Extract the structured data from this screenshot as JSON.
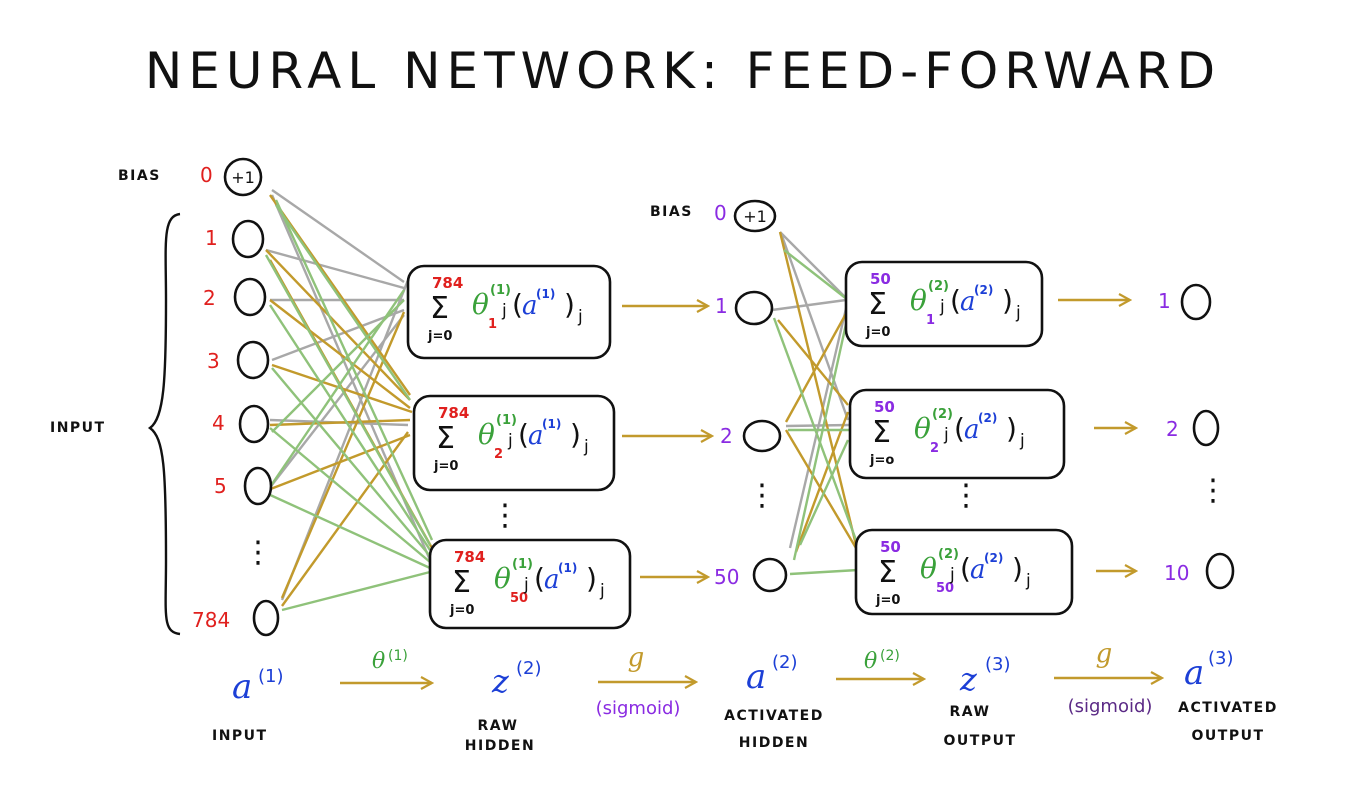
{
  "title": "NEURAL NETWORK: FEED-FORWARD",
  "colors": {
    "red": "#e0201e",
    "purple": "#8a2be2",
    "green": "#3aa13a",
    "blue": "#1c3fd6",
    "gold": "#c29a2c",
    "gray": "#a8a8a8",
    "edge_green": "#8fc27a",
    "black": "#111111"
  },
  "input_layer": {
    "bias_label": "BIAS",
    "bias_index": "0",
    "bias_node": "+1",
    "indices": [
      "1",
      "2",
      "3",
      "4",
      "5",
      "784"
    ],
    "group_label": "INPUT",
    "dots": "⋮"
  },
  "hidden_sums": [
    {
      "upper": "784",
      "sigma": "Σ",
      "lower": "j=0",
      "theta": "θ",
      "theta_sup": "(1)",
      "row": "1",
      "col": "j",
      "a": "a",
      "a_sup": "(1)",
      "a_sub": "j"
    },
    {
      "upper": "784",
      "sigma": "Σ",
      "lower": "j=0",
      "theta": "θ",
      "theta_sup": "(1)",
      "row": "2",
      "col": "j",
      "a": "a",
      "a_sup": "(1)",
      "a_sub": "j"
    },
    {
      "upper": "784",
      "sigma": "Σ",
      "lower": "j=0",
      "theta": "θ",
      "theta_sup": "(1)",
      "row": "50",
      "col": "j",
      "a": "a",
      "a_sup": "(1)",
      "a_sub": "j"
    }
  ],
  "hidden_layer": {
    "bias_label": "BIAS",
    "bias_index": "0",
    "bias_node": "+1",
    "indices": [
      "1",
      "2",
      "50"
    ],
    "dots": "⋮"
  },
  "output_sums": [
    {
      "upper": "50",
      "sigma": "Σ",
      "lower": "j=0",
      "theta": "θ",
      "theta_sup": "(2)",
      "row": "1",
      "col": "j",
      "a": "a",
      "a_sup": "(2)",
      "a_sub": "j"
    },
    {
      "upper": "50",
      "sigma": "Σ",
      "lower": "j=o",
      "theta": "θ",
      "theta_sup": "(2)",
      "row": "2",
      "col": "j",
      "a": "a",
      "a_sup": "(2)",
      "a_sub": "j"
    },
    {
      "upper": "50",
      "sigma": "Σ",
      "lower": "j=0",
      "theta": "θ",
      "theta_sup": "(2)",
      "row": "50",
      "col": "j",
      "a": "a",
      "a_sup": "(2)",
      "a_sub": "j"
    }
  ],
  "output_layer": {
    "indices": [
      "1",
      "2",
      "10"
    ],
    "dots": "⋮"
  },
  "pipeline": {
    "a1": {
      "sym": "a",
      "sup": "(1)",
      "caption": "INPUT"
    },
    "theta1": {
      "sym": "θ",
      "sup": "(1)"
    },
    "z2": {
      "sym": "z",
      "sup": "(2)",
      "caption1": "RAW",
      "caption2": "HIDDEN"
    },
    "g1": {
      "sym": "g",
      "note": "(sigmoid)"
    },
    "a2": {
      "sym": "a",
      "sup": "(2)",
      "caption1": "ACTIVATED",
      "caption2": "HIDDEN"
    },
    "theta2": {
      "sym": "θ",
      "sup": "(2)"
    },
    "z3": {
      "sym": "z",
      "sup": "(3)",
      "caption1": "RAW",
      "caption2": "OUTPUT"
    },
    "g2": {
      "sym": "g",
      "note": "(sigmoid)"
    },
    "a3": {
      "sym": "a",
      "sup": "(3)",
      "caption1": "ACTIVATED",
      "caption2": "OUTPUT"
    }
  }
}
